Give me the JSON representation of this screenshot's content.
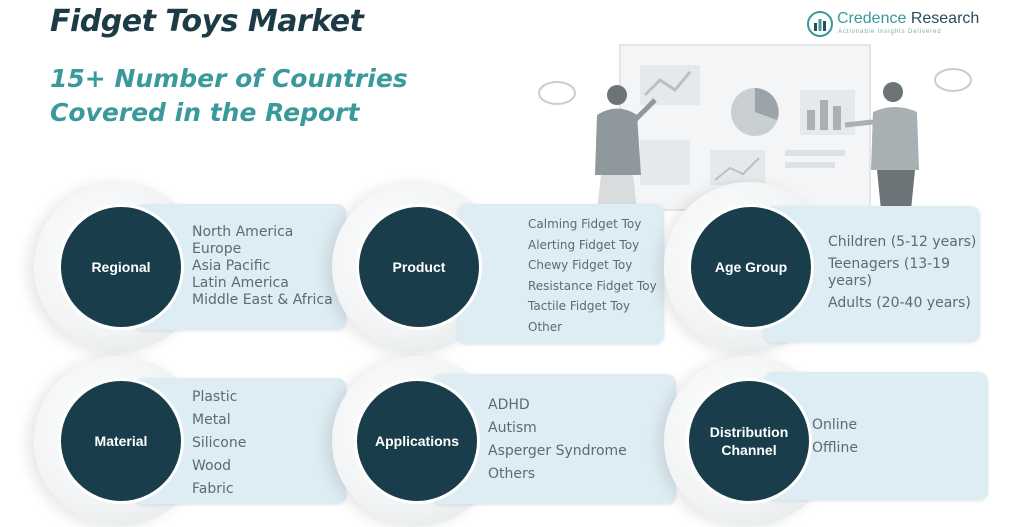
{
  "header": {
    "title": "Fidget Toys Market",
    "subtitle": "15+ Number of Countries Covered in the Report"
  },
  "brand": {
    "name_part1": "Credence",
    "name_part2": " Research",
    "tagline": "Actionable Insights Delivered"
  },
  "colors": {
    "circle_fill": "#193d4a",
    "panel_fill": "#deedf4",
    "accent_teal": "#3a9a9b",
    "title_dark": "#1d3b47"
  },
  "segments": [
    {
      "label": "Regional",
      "items": [
        "North America",
        "Europe",
        "Asia Pacific",
        "Latin America",
        "Middle East & Africa"
      ]
    },
    {
      "label": "Product",
      "items": [
        "Calming Fidget Toy",
        "Alerting Fidget Toy",
        "Chewy Fidget Toy",
        "Resistance Fidget Toy",
        "Tactile Fidget Toy",
        "Other"
      ]
    },
    {
      "label": "Age Group",
      "items": [
        "Children (5-12 years)",
        "Teenagers (13-19 years)",
        "Adults (20-40 years)"
      ]
    },
    {
      "label": "Material",
      "items": [
        "Plastic",
        "Metal",
        "Silicone",
        "Wood",
        "Fabric"
      ]
    },
    {
      "label": "Applications",
      "items": [
        "ADHD",
        "Autism",
        "Asperger Syndrome",
        "Others"
      ]
    },
    {
      "label": "Distribution Channel",
      "items": [
        "Online",
        "Offline"
      ]
    }
  ]
}
